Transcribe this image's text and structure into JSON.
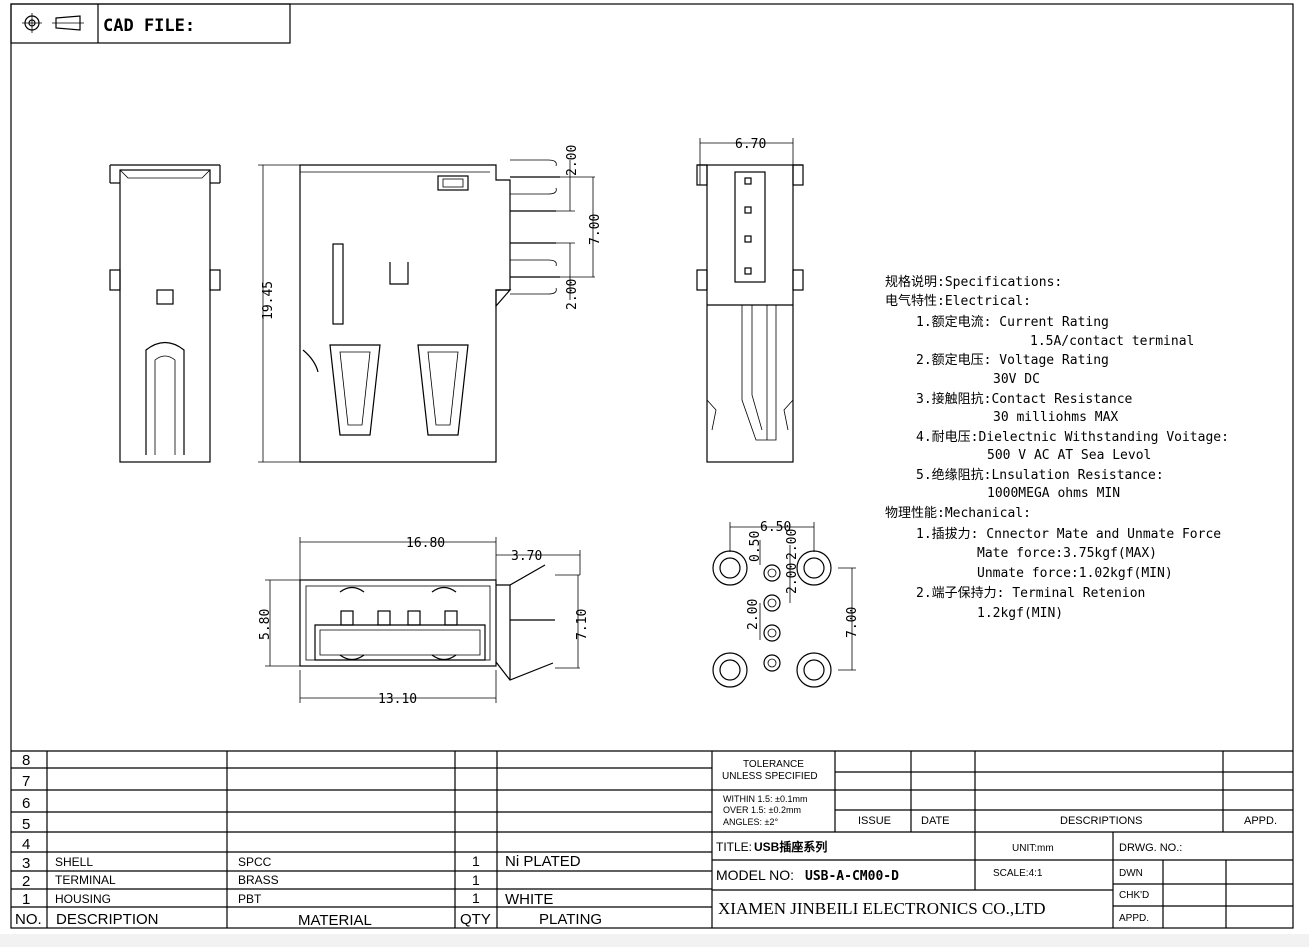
{
  "header": {
    "cad_file_label": "CAD FILE:",
    "projection_icon": "first-angle-projection-icon"
  },
  "dimensions": {
    "side_view": {
      "pitch_top": "2.00",
      "pitch_span": "7.00",
      "pitch_bottom": "2.00",
      "height": "19.45"
    },
    "end_view": {
      "width": "6.70"
    },
    "front_view": {
      "width": "16.80",
      "pin_offset": "3.70",
      "height": "5.80",
      "pin_length": "7.10",
      "base_width": "13.10"
    },
    "footprint": {
      "hole_a": "6.50",
      "hole_b": "0.50",
      "pin_pitch": "2.00",
      "pin_pitch2": "2.00",
      "pad_pitch": "2.00",
      "row_span": "7.00"
    }
  },
  "specifications": [
    "规格说明:Specifications:",
    "电气特性:Electrical:",
    "1.额定电流: Current Rating",
    "1.5A/contact terminal",
    "2.额定电压: Voltage Rating",
    "30V DC",
    "3.接触阻抗:Contact Resistance",
    "30 milliohms MAX",
    "4.耐电压:Dielectnic Withstanding Voitage:",
    "500 V AC AT Sea Levol",
    "5.绝缘阻抗:Lnsulation Resistance:",
    "1000MEGA ohms MIN",
    "物理性能:Mechanical:",
    "1.插拔力: Cnnector Mate and Unmate Force",
    "Mate force:3.75kgf(MAX)",
    "Unmate force:1.02kgf(MIN)",
    "2.端子保持力: Terminal Retenion",
    "1.2kgf(MIN)"
  ],
  "bom": {
    "header": {
      "no": "NO.",
      "description": "DESCRIPTION",
      "material": "MATERIAL",
      "qty": "QTY",
      "plating": "PLATING"
    },
    "rows": [
      {
        "no": "8",
        "description": "",
        "material": "",
        "qty": "",
        "plating": ""
      },
      {
        "no": "7",
        "description": "",
        "material": "",
        "qty": "",
        "plating": ""
      },
      {
        "no": "6",
        "description": "",
        "material": "",
        "qty": "",
        "plating": ""
      },
      {
        "no": "5",
        "description": "",
        "material": "",
        "qty": "",
        "plating": ""
      },
      {
        "no": "4",
        "description": "",
        "material": "",
        "qty": "",
        "plating": ""
      },
      {
        "no": "3",
        "description": "SHELL",
        "material": "SPCC",
        "qty": "1",
        "plating": "Ni PLATED"
      },
      {
        "no": "2",
        "description": "TERMINAL",
        "material": "BRASS",
        "qty": "1",
        "plating": ""
      },
      {
        "no": "1",
        "description": "HOUSING",
        "material": "PBT",
        "qty": "1",
        "plating": "WHITE"
      }
    ]
  },
  "title_block": {
    "tolerance_title": "TOLERANCE",
    "tolerance_sub": "UNLESS SPECIFIED",
    "tol_line1": "WITHIN 1.5: ±0.1mm",
    "tol_line2": "OVER 1.5:  ±0.2mm",
    "tol_line3": "ANGLES: ±2°",
    "issue": "ISSUE",
    "date": "DATE",
    "descriptions": "DESCRIPTIONS",
    "appd": "APPD.",
    "title_label": "TITLE:",
    "title_value": "USB插座系列",
    "unit": "UNIT:mm",
    "drwg_no": "DRWG. NO.:",
    "model_label": "MODEL NO:",
    "model_value": "USB-A-CM00-D",
    "scale": "SCALE:4:1",
    "dwn": "DWN",
    "chkd": "CHK'D",
    "appd2": "APPD.",
    "company": "XIAMEN JINBEILI ELECTRONICS CO.,LTD"
  }
}
